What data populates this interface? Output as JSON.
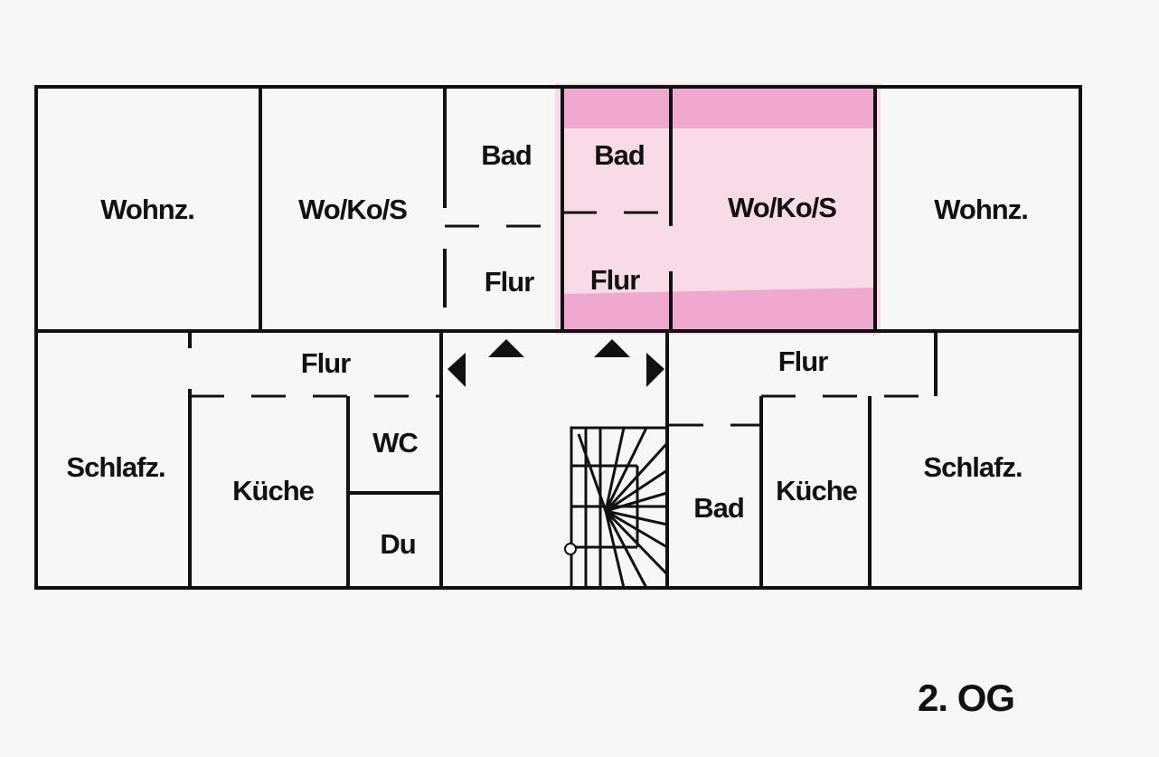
{
  "floor_label": "2. OG",
  "highlight_color": "#f0a8cf",
  "rooms": {
    "wohnz_left": "Wohnz.",
    "woko_left": "Wo/Ko/S",
    "bad_top_left": "Bad",
    "bad_top_right": "Bad",
    "woko_right": "Wo/Ko/S",
    "wohnz_right": "Wohnz.",
    "flur_top_left": "Flur",
    "flur_top_right": "Flur",
    "flur_left": "Flur",
    "flur_right": "Flur",
    "schlafz_left": "Schlafz.",
    "kueche_left": "Küche",
    "wc": "WC",
    "du": "Du",
    "bad_bottom": "Bad",
    "kueche_right": "Küche",
    "schlafz_right": "Schlafz."
  }
}
